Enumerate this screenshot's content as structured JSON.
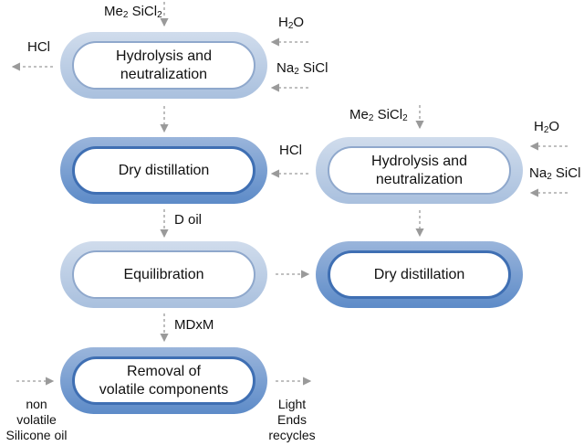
{
  "nodes": {
    "hydrolysis_1": "Hydrolysis and\nneutralization",
    "dry_distillation_1": "Dry distillation",
    "equilibration": "Equilibration",
    "removal": "Removal of\nvolatile components",
    "hydrolysis_2": "Hydrolysis and\nneutralization",
    "dry_distillation_2": "Dry distillation"
  },
  "labels": {
    "me2sicl2_top": {
      "main": "Me",
      "sub": "2",
      "rest": " SiCl",
      "sub2": "2"
    },
    "h2o_1": {
      "main": "H",
      "sub": "2",
      "rest": "O"
    },
    "hcl_1": "HCl",
    "na2sicl_1": {
      "main": "Na",
      "sub": "2",
      "rest": " SiCl"
    },
    "hcl_2": "HCl",
    "d_oil": "D oil",
    "mdxm": "MDxM",
    "non_volatile": "non\nvolatile\nSilicone oil",
    "light_ends": "Light\nEnds\nrecycles",
    "me2sicl2_right": {
      "main": "Me",
      "sub": "2",
      "rest": " SiCl",
      "sub2": "2"
    },
    "h2o_2": {
      "main": "H",
      "sub": "2",
      "rest": "O"
    },
    "na2sicl_2": {
      "main": "Na",
      "sub": "2",
      "rest": " SiCl"
    }
  },
  "colors": {
    "arrow": "#9a9a9a",
    "light_ring": "#a9c0de",
    "dark_ring": "#5d8bc8"
  }
}
